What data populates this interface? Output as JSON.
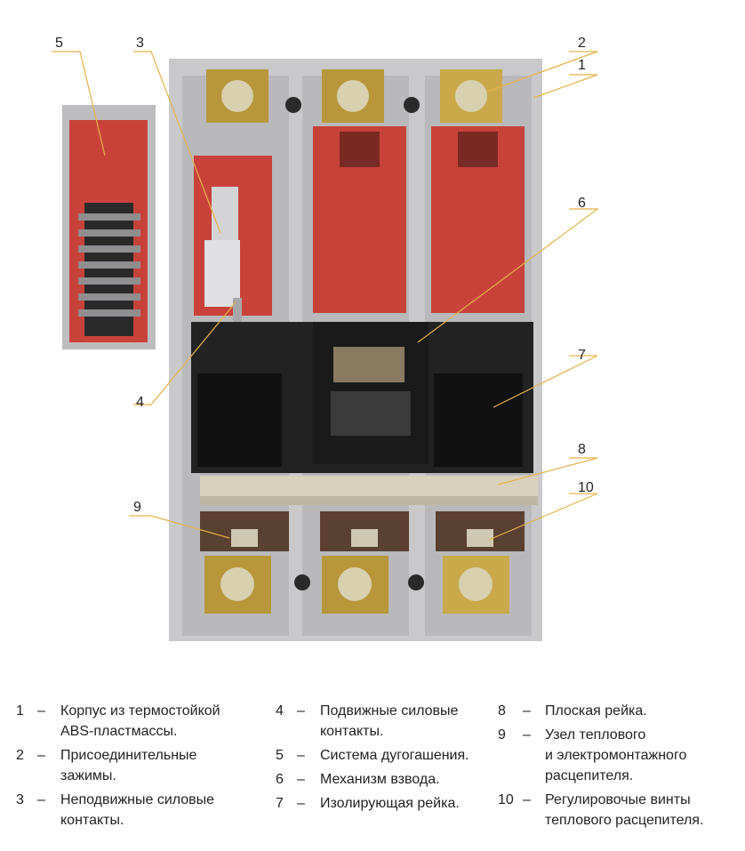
{
  "callouts": [
    {
      "num": "1"
    },
    {
      "num": "2"
    },
    {
      "num": "3"
    },
    {
      "num": "4"
    },
    {
      "num": "5"
    },
    {
      "num": "6"
    },
    {
      "num": "7"
    },
    {
      "num": "8"
    },
    {
      "num": "9"
    },
    {
      "num": "10"
    }
  ],
  "legend": {
    "dash": "–",
    "col1": [
      {
        "num": "1",
        "text": "Корпус из термостойкой",
        "text2": "ABS-пластмассы."
      },
      {
        "num": "2",
        "text": "Присоединительные",
        "text2": "зажимы."
      },
      {
        "num": "3",
        "text": "Неподвижные силовые",
        "text2": "контакты."
      }
    ],
    "col2": [
      {
        "num": "4",
        "text": "Подвижные силовые",
        "text2": "контакты."
      },
      {
        "num": "5",
        "text": "Система дугогашения."
      },
      {
        "num": "6",
        "text": "Механизм взвода."
      },
      {
        "num": "7",
        "text": "Изолирующая рейка."
      }
    ],
    "col3": [
      {
        "num": "8",
        "text": "Плоская рейка."
      },
      {
        "num": "9",
        "text": "Узел теплового",
        "text2": "и электромонтажного",
        "text3": "расцепителя."
      },
      {
        "num": "10",
        "text": "Регулировочые винты",
        "text2": "теплового расцепителя."
      }
    ]
  },
  "colors": {
    "housing": "#c9c9cb",
    "housing_dark": "#9d9d9f",
    "red_part": "#c8423a",
    "brass": "#b8963a",
    "black_part": "#1c1c1c",
    "leader_line": "#e6b24a",
    "ivory_rail": "#d9d1bd"
  }
}
